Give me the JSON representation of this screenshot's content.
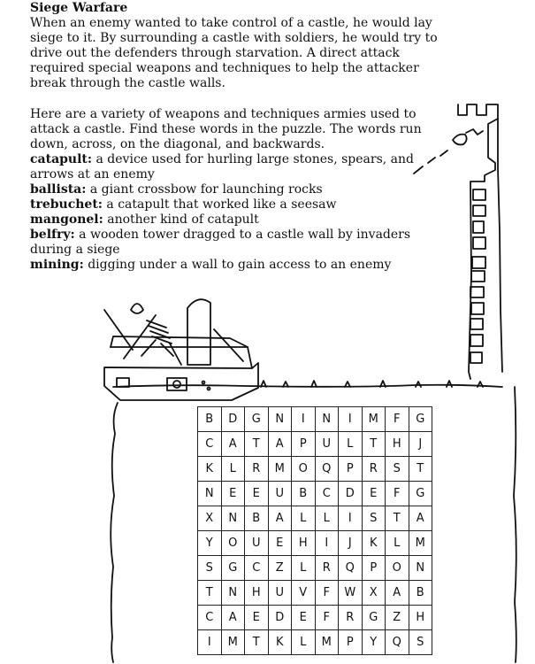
{
  "title": "Siege Warfare",
  "intro": "When an enemy wanted to take control of a castle, he would lay siege to it. By surrounding a castle with soldiers, he would try to drive out the defenders through starvation. A direct attack required special weapons and techniques to help the attacker break through the castle walls.",
  "instructions": "Here are a variety of weapons and techniques armies used to attack a castle. Find these words in the puzzle. The words run down, across, on the diagonal, and backwards.",
  "terms": [
    {
      "word": "catapult:",
      "definition": " a device used for hurling large stones, spears, and arrows at an enemy"
    },
    {
      "word": "ballista:",
      "definition": " a giant crossbow for launching rocks"
    },
    {
      "word": "trebuchet:",
      "definition": " a catapult that worked like a seesaw"
    },
    {
      "word": "mangonel:",
      "definition": " another kind of catapult"
    },
    {
      "word": "belfry:",
      "definition": " a wooden tower dragged to a castle wall by invaders during a siege"
    },
    {
      "word": "mining:",
      "definition": " digging under a wall to gain access to an enemy"
    }
  ],
  "puzzle": [
    [
      "B",
      "D",
      "G",
      "N",
      "I",
      "N",
      "I",
      "M",
      "F",
      "G"
    ],
    [
      "C",
      "A",
      "T",
      "A",
      "P",
      "U",
      "L",
      "T",
      "H",
      "J"
    ],
    [
      "K",
      "L",
      "R",
      "M",
      "O",
      "Q",
      "P",
      "R",
      "S",
      "T"
    ],
    [
      "N",
      "E",
      "E",
      "U",
      "B",
      "C",
      "D",
      "E",
      "F",
      "G"
    ],
    [
      "X",
      "N",
      "B",
      "A",
      "L",
      "L",
      "I",
      "S",
      "T",
      "A"
    ],
    [
      "Y",
      "O",
      "U",
      "E",
      "H",
      "I",
      "J",
      "K",
      "L",
      "M"
    ],
    [
      "S",
      "G",
      "C",
      "Z",
      "L",
      "R",
      "Q",
      "P",
      "O",
      "N"
    ],
    [
      "T",
      "N",
      "H",
      "U",
      "V",
      "F",
      "W",
      "X",
      "A",
      "B"
    ],
    [
      "C",
      "A",
      "E",
      "D",
      "E",
      "F",
      "R",
      "G",
      "Z",
      "H"
    ],
    [
      "I",
      "M",
      "T",
      "K",
      "L",
      "M",
      "P",
      "Y",
      "Q",
      "S"
    ]
  ]
}
